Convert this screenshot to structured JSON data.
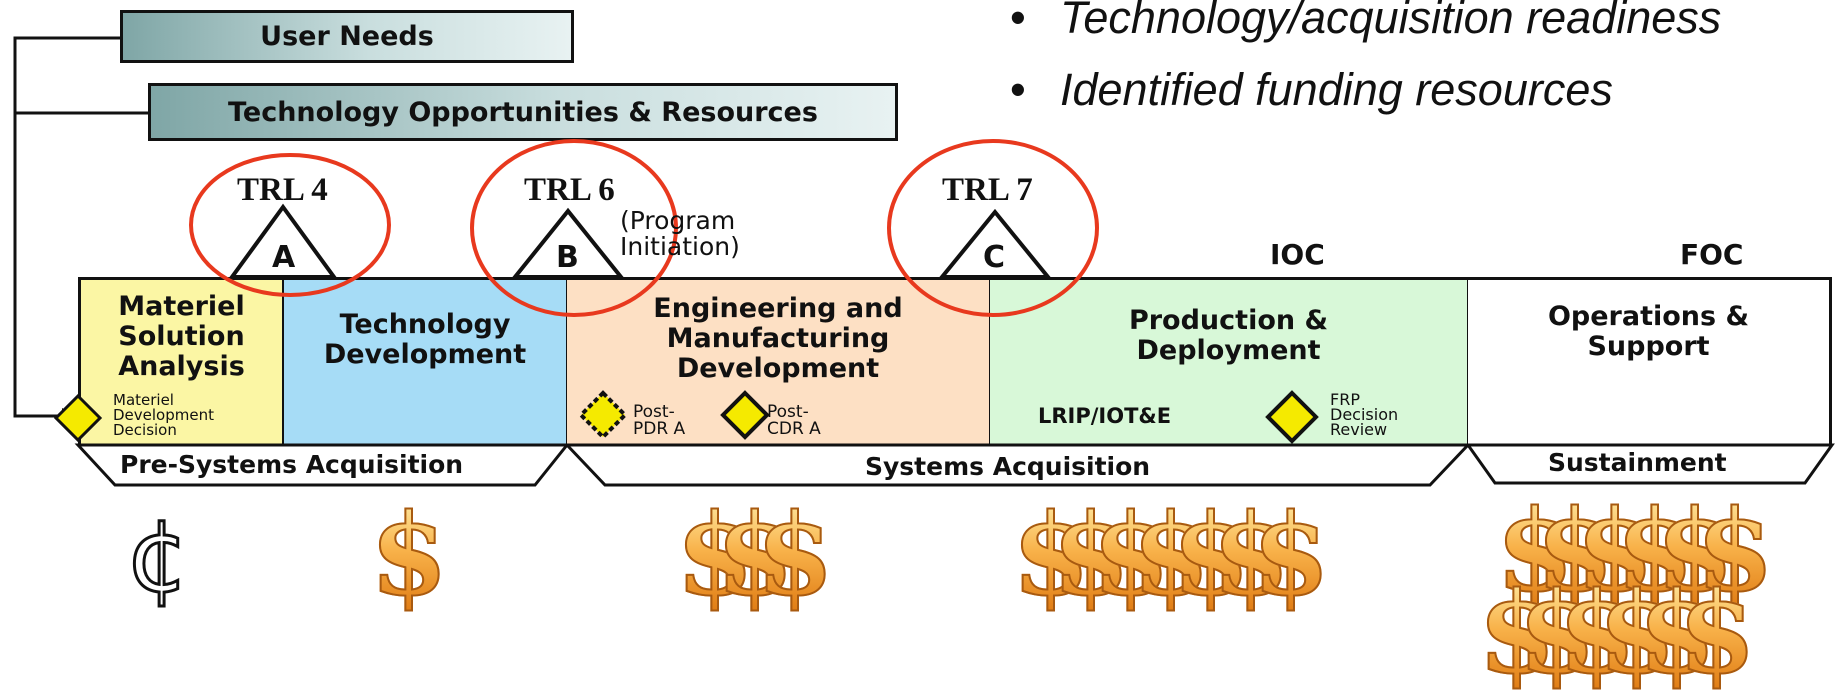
{
  "top_boxes": {
    "user_needs": "User Needs",
    "tech_opportunities": "Technology Opportunities & Resources"
  },
  "bullets": [
    "Technology/acquisition readiness",
    "Identified funding resources"
  ],
  "trl": {
    "a": "TRL 4",
    "b": "TRL 6",
    "c": "TRL 7"
  },
  "milestones": {
    "a": "A",
    "b": "B",
    "c": "C",
    "b_note": "(Program\nInitiation)",
    "ioc": "IOC",
    "foc": "FOC"
  },
  "phases": {
    "msa": "Materiel\nSolution\nAnalysis",
    "td": "Technology\nDevelopment",
    "emd": "Engineering and\nManufacturing\nDevelopment",
    "pd": "Production &\nDeployment",
    "os": "Operations &\nSupport"
  },
  "decisions": {
    "mdd": "Materiel\nDevelopment\nDecision",
    "post_pdr": "Post-\nPDR A",
    "post_cdr": "Post-\nCDR A",
    "lrip": "LRIP/IOT&E",
    "frp": "FRP\nDecision\nReview"
  },
  "brackets": {
    "pre": "Pre-Systems Acquisition",
    "sys": "Systems Acquisition",
    "sus": "Sustainment"
  },
  "funding": {
    "cent": "¢",
    "dollar": "$"
  },
  "colors": {
    "msa": "#fbf6a4",
    "td": "#a6dcf6",
    "emd": "#fde0c4",
    "pd": "#d8f8d8",
    "os": "#ffffff",
    "trl_circle": "#e8391e",
    "diamond": "#f5ea00"
  }
}
